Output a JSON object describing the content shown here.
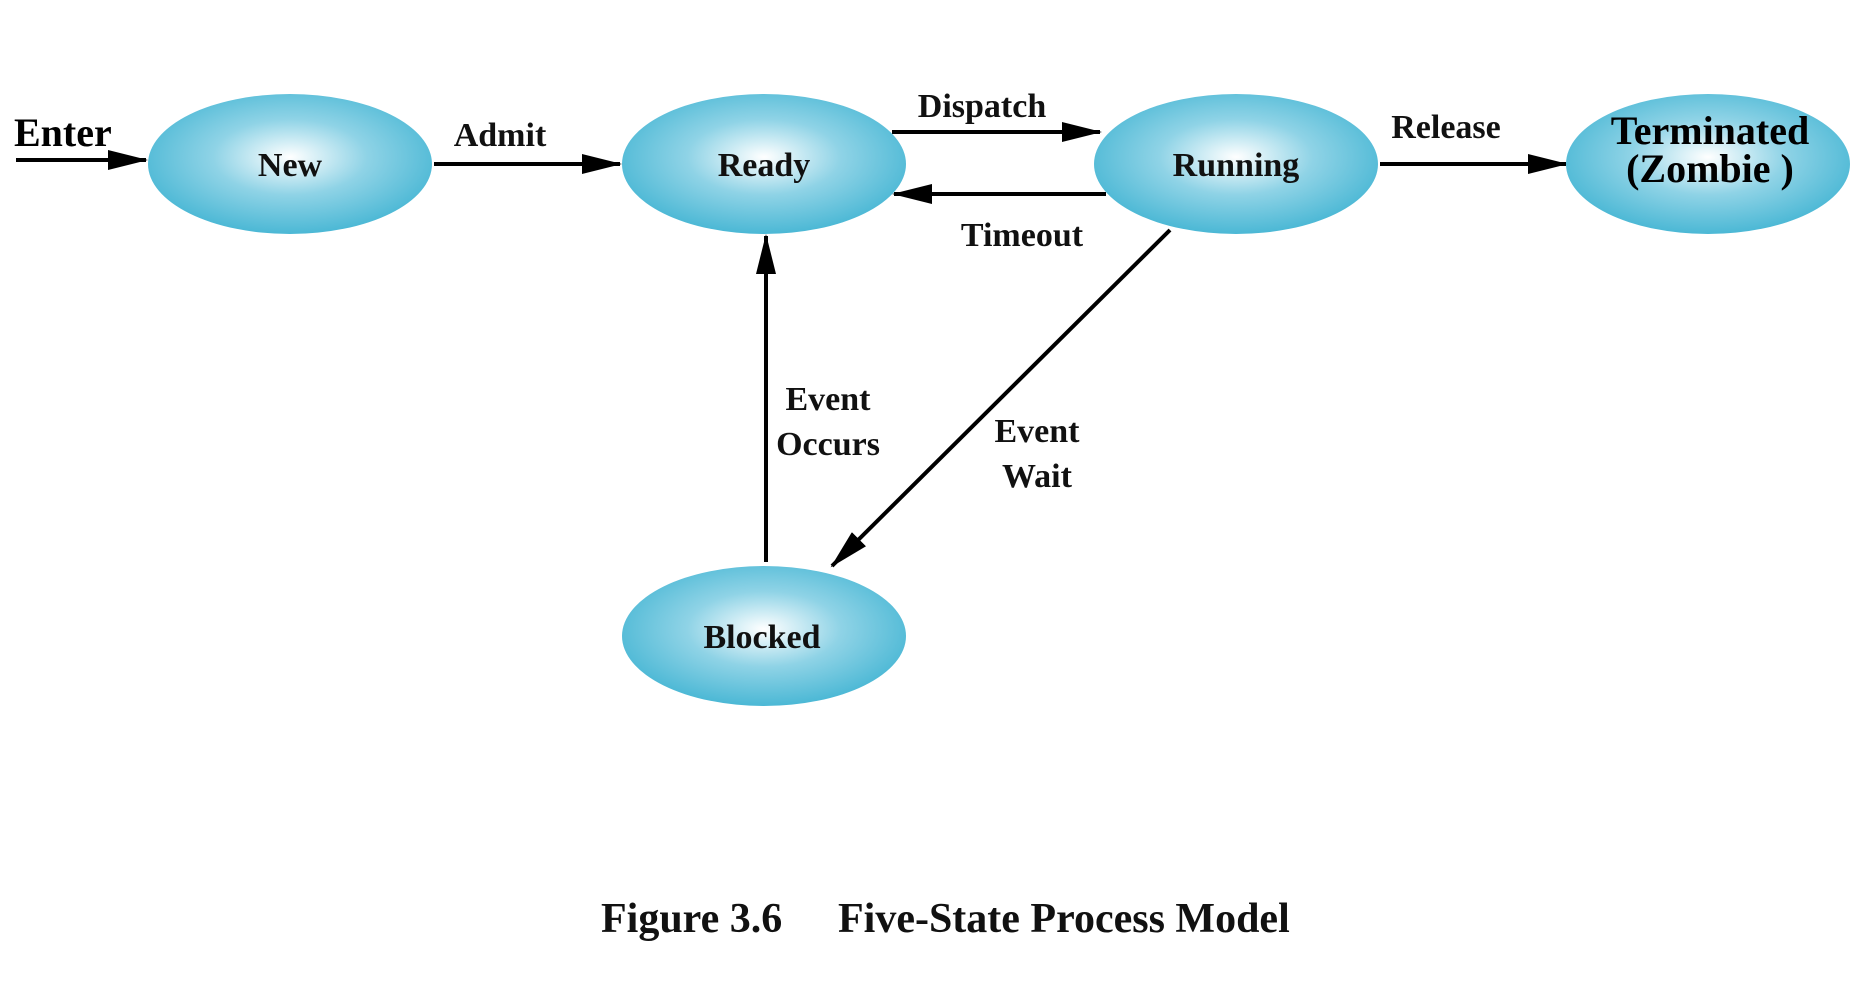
{
  "colors": {
    "node_fill_light": "#ffffff",
    "node_fill_mid": "#8fd3e6",
    "node_fill_dark": "#3fb3d2",
    "edge": "#000000",
    "text": "#111111"
  },
  "entry": {
    "label": "Enter"
  },
  "states": {
    "new": {
      "label": "New"
    },
    "ready": {
      "label": "Ready"
    },
    "running": {
      "label": "Running"
    },
    "terminated": {
      "line1": "Terminated",
      "line2": "(Zombie )"
    },
    "blocked": {
      "label": "Blocked"
    }
  },
  "transitions": {
    "admit": {
      "label": "Admit"
    },
    "dispatch": {
      "label": "Dispatch"
    },
    "timeout": {
      "label": "Timeout"
    },
    "release": {
      "label": "Release"
    },
    "event_wait": {
      "line1": "Event",
      "line2": "Wait"
    },
    "event_occurs": {
      "line1": "Event",
      "line2": "Occurs"
    }
  },
  "caption": {
    "figure": "Figure 3.6",
    "title": "Five-State Process Model"
  }
}
